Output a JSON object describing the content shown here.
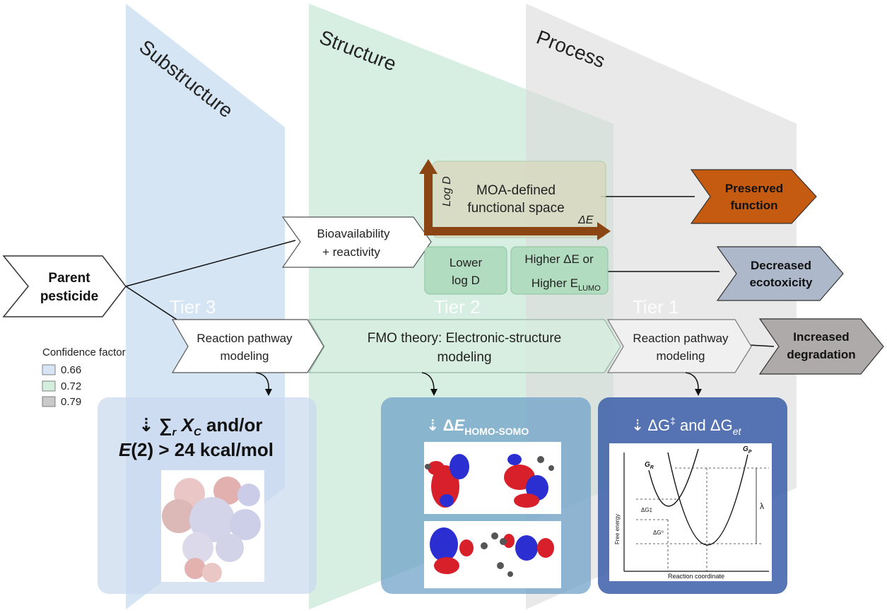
{
  "bands": {
    "substructure": {
      "title": "Substructure",
      "tier": "Tier 3",
      "color": "#cfe0f2"
    },
    "structure": {
      "title": "Structure",
      "tier": "Tier 2",
      "color": "#cdeadb"
    },
    "process": {
      "title": "Process",
      "tier": "Tier 1",
      "color": "#e3e1e3"
    }
  },
  "parent": {
    "line1": "Parent",
    "line2": "pesticide"
  },
  "bioavailability": {
    "line1": "Bioavailability",
    "line2": "+ reactivity"
  },
  "moa": {
    "line1": "MOA-defined",
    "line2": "functional space",
    "y_axis": "Log D",
    "x_axis": "ΔE"
  },
  "lower_logd": {
    "line1": "Lower",
    "line2": "log D"
  },
  "higher_de": {
    "line1": "Higher ΔE or",
    "line2": "Higher E",
    "sub": "LUMO"
  },
  "outcomes": {
    "preserved": {
      "line1": "Preserved",
      "line2": "function",
      "color": "#c55a11"
    },
    "decreased": {
      "line1": "Decreased",
      "line2": "ecotoxicity",
      "color": "#adb9ca"
    },
    "increased": {
      "line1": "Increased",
      "line2": "degradation",
      "color": "#aeaaaa"
    }
  },
  "modeling": {
    "tier3": {
      "line1": "Reaction pathway",
      "line2": "modeling"
    },
    "tier2": {
      "line1": "FMO theory: Electronic-structure",
      "line2": "modeling"
    },
    "tier1": {
      "line1": "Reaction pathway",
      "line2": "modeling"
    }
  },
  "confidence": {
    "title": "Confidence factor",
    "items": [
      {
        "value": "0.66",
        "color": "#d6e4f4"
      },
      {
        "value": "0.72",
        "color": "#d3eedd"
      },
      {
        "value": "0.79",
        "color": "#c9c9c9"
      }
    ]
  },
  "panels": {
    "tier3": {
      "line1_a": "⇣ ∑",
      "line1_sub": "r",
      "line1_b": " X",
      "line1_sub2": "C",
      "line1_c": " and/or",
      "line2_a": "E",
      "line2_b": "(2) > 24 kcal/mol"
    },
    "tier2": {
      "label_a": "⇣ Δ",
      "label_b": "E",
      "label_sub": "HOMO-SOMO"
    },
    "tier1": {
      "label_a": "⇣ ΔG",
      "label_sup": "‡",
      "label_b": " and ΔG",
      "label_sub": "et"
    }
  },
  "energy_plot": {
    "gr": "G",
    "gr_sub": "R",
    "gp": "G",
    "gp_sub": "P",
    "dg_act": "ΔG‡",
    "dg0": "ΔG⁰",
    "lambda": "λ",
    "ylabel": "Free energy",
    "xlabel": "Reaction coordinate"
  }
}
